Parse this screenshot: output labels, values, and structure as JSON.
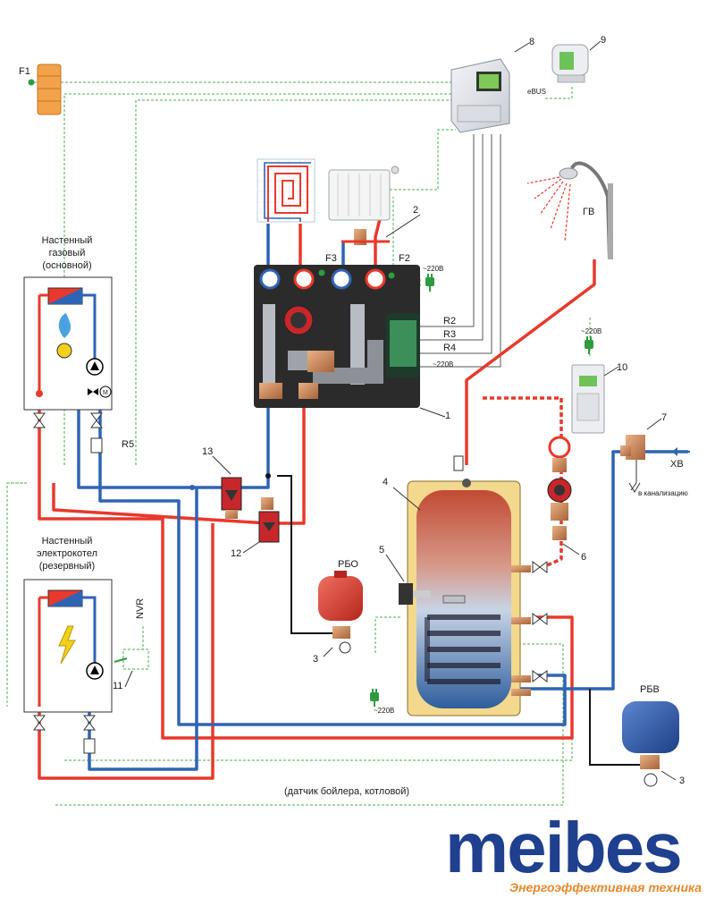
{
  "labels": {
    "f1": "F1",
    "f2": "F2",
    "f3": "F3",
    "r2": "R2",
    "r3": "R3",
    "r4": "R4",
    "r5": "R5",
    "nvr": "NVR",
    "ebus": "eBUS",
    "gv": "ГВ",
    "xv": "ХВ",
    "rbo": "РБО",
    "rbv": "РБВ",
    "v220": "~220В",
    "drain": "в канализацию",
    "sensor_note": "(датчик бойлера, котловой)"
  },
  "gas_boiler": {
    "title_line1": "Настенный",
    "title_line2": "газовый",
    "title_line3": "(основной)"
  },
  "electric_boiler": {
    "title_line1": "Настенный",
    "title_line2": "электрокотел",
    "title_line3": "(резервный)"
  },
  "callouts": {
    "c1": "1",
    "c2": "2",
    "c3a": "3",
    "c3b": "3",
    "c4": "4",
    "c5": "5",
    "c6": "6",
    "c7": "7",
    "c8": "8",
    "c9": "9",
    "c10": "10",
    "c11": "11",
    "c12": "12",
    "c13": "13"
  },
  "brand": {
    "logo": "meibes",
    "tagline": "Энергоэффективная техника"
  },
  "colors": {
    "supply": "#e8392c",
    "return": "#2f64b4",
    "cold": "#2f64b4",
    "sensor": "#4caf50",
    "control": "#000000",
    "tank_top": "#c9523a",
    "tank_bottom": "#3b6aa8",
    "logo": "#1f3f8f",
    "tagline": "#e8892e"
  }
}
